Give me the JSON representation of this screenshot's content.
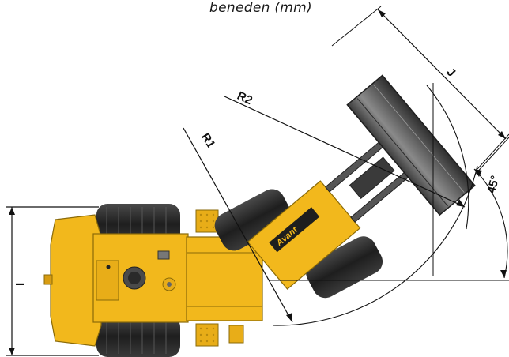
{
  "caption": "beneden (mm)",
  "dimensions": {
    "r1": "R1",
    "r2": "R2",
    "j": "J",
    "i": "I",
    "angle": "45°"
  },
  "colors": {
    "machine_yellow": "#f2b81c",
    "machine_yellow_dark": "#c98f0a",
    "tire_dark": "#2a2a2a",
    "bucket_grey": "#6e6e6e",
    "line": "#111111"
  },
  "brand_logo_text": "Avant"
}
